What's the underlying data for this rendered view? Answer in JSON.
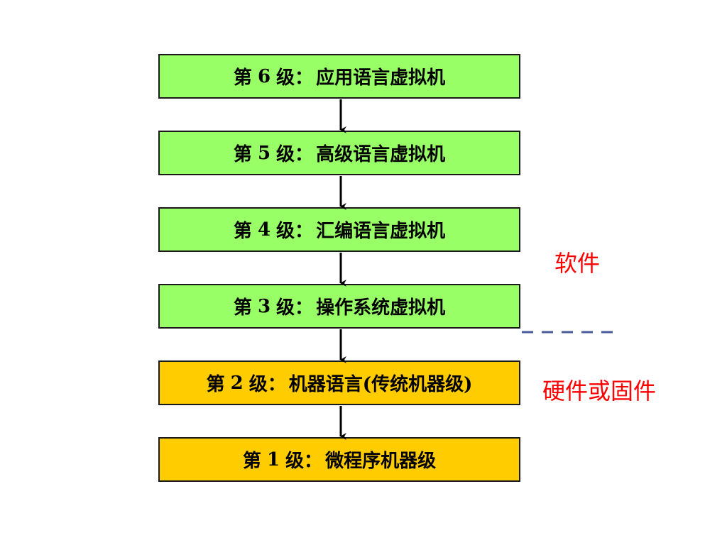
{
  "levels": [
    {
      "prefix": "第",
      "num": "6",
      "suffix": "级",
      "sep": "：",
      "name": "应用语言虚拟机",
      "category": "software"
    },
    {
      "prefix": "第",
      "num": "5",
      "suffix": "级",
      "sep": "：",
      "name": "高级语言虚拟机",
      "category": "software"
    },
    {
      "prefix": "第",
      "num": "4",
      "suffix": "级",
      "sep": "：",
      "name": "汇编语言虚拟机",
      "category": "software"
    },
    {
      "prefix": "第",
      "num": "3",
      "suffix": "级",
      "sep": "：",
      "name": "操作系统虚拟机",
      "category": "software"
    },
    {
      "prefix": "第",
      "num": "2",
      "suffix": "级",
      "sep": "：",
      "name": "机器语言(传统机器级)",
      "category": "hardware"
    },
    {
      "prefix": "第",
      "num": "1",
      "suffix": "级",
      "sep": "：",
      "name": "微程序机器级",
      "category": "hardware"
    }
  ],
  "side_labels": {
    "software": "软件",
    "hardware": "硬件或固件"
  },
  "colors": {
    "software_fill": "#99ff66",
    "hardware_fill": "#ffcc00",
    "label_red": "#ff0000",
    "divider": "#4a5a9a",
    "arrow": "#000000"
  }
}
